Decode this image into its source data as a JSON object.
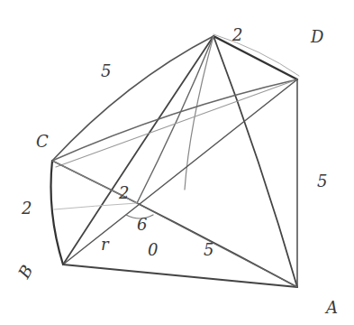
{
  "diagram": {
    "labels": [
      "2",
      "D",
      "5",
      "C",
      "2",
      "B",
      "5",
      "A",
      "2",
      "r",
      "6",
      "0",
      "5"
    ]
  }
}
